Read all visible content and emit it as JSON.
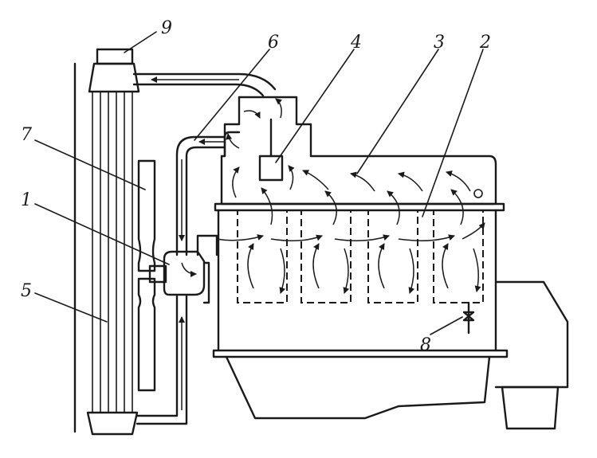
{
  "labels": {
    "water_pump": "1",
    "cylinder_jacket": "2",
    "head_jacket": "3",
    "thermostat": "4",
    "radiator": "5",
    "bypass_hose": "6",
    "fan": "7",
    "drain_cock": "8",
    "filler_cap": "9"
  }
}
